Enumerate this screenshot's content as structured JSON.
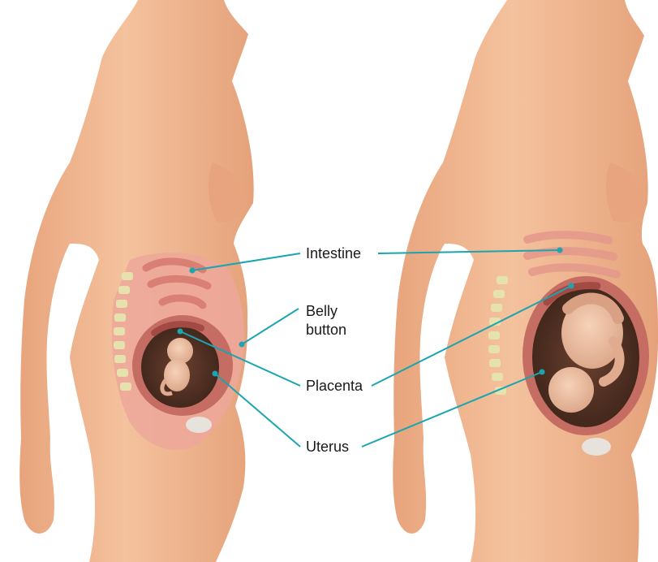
{
  "labels": {
    "intestine": "Intestine",
    "belly_button_line1": "Belly",
    "belly_button_line2": "button",
    "placenta": "Placenta",
    "uterus": "Uterus"
  },
  "colors": {
    "leader_line": "#1aa5b0",
    "skin": "#f0b48c",
    "skin_shadow": "#d9936a",
    "internal": "#e79a8e",
    "uterus_wall": "#c96e66",
    "amniotic": "#4a2b1f",
    "spine": "#e8e3b0",
    "text": "#1a1a1a"
  },
  "figures": [
    {
      "name": "earlier-pregnancy-figure"
    },
    {
      "name": "later-pregnancy-figure"
    }
  ]
}
